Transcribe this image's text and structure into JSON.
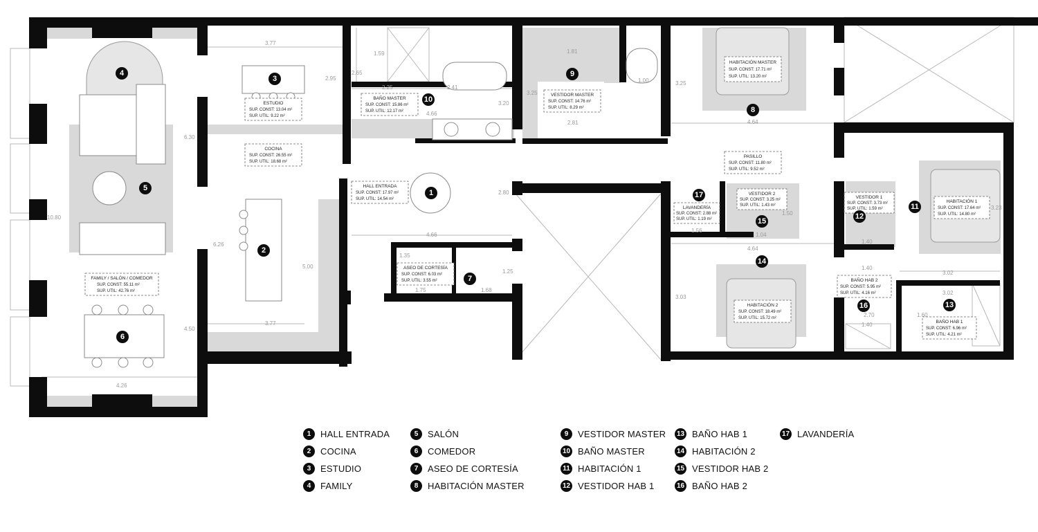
{
  "rooms": [
    {
      "id": 1,
      "label": "HALL ENTRADA",
      "name": "HALL ENTRADA",
      "const": "SUP. CONST:   17.97 m²",
      "util": "SUP. UTIL:    14.54 m²"
    },
    {
      "id": 2,
      "label": "COCINA",
      "name": "COCINA",
      "const": "SUP. CONST:   26.55 m²",
      "util": "SUP. UTIL:    18.68 m²"
    },
    {
      "id": 3,
      "label": "ESTUDIO",
      "name": "ESTUDIO",
      "const": "SUP. CONST:   13.04 m²",
      "util": "SUP. UTIL:     9.22 m²"
    },
    {
      "id": 4,
      "label": "FAMILY"
    },
    {
      "id": 5,
      "label": "SALÓN",
      "name": "FAMILY / SALÓN / COMEDOR",
      "const": "SUP. CONST:   55.11 m²",
      "util": "SUP. UTIL:    42.76 m²"
    },
    {
      "id": 6,
      "label": "COMEDOR"
    },
    {
      "id": 7,
      "label": "ASEO DE CORTESÍA",
      "name": "ASEO DE CORTESÍA",
      "const": "SUP. CONST:    6.03 m²",
      "util": "SUP. UTIL:     3.55 m²"
    },
    {
      "id": 8,
      "label": "HABITACIÓN MASTER",
      "name": "HABITACIÓN MASTER",
      "const": "SUP. CONST:   17.71 m²",
      "util": "SUP. UTIL:    13.20 m²"
    },
    {
      "id": 9,
      "label": "VESTIDOR MASTER",
      "name": "VESTIDOR MASTER",
      "const": "SUP. CONST:   14.76 m²",
      "util": "SUP. UTIL:     8.29 m²"
    },
    {
      "id": 10,
      "label": "BAÑO MASTER",
      "name": "BAÑO MASTER",
      "const": "SUP. CONST:   15.86 m²",
      "util": "SUP. UTIL:    12.17 m²"
    },
    {
      "id": 11,
      "label": "HABITACIÓN 1",
      "name": "HABITACIÓN 1",
      "const": "SUP. CONST:   17.64 m²",
      "util": "SUP. UTIL:    14.80 m²"
    },
    {
      "id": 12,
      "label": "VESTIDOR HAB 1",
      "name": "VESTIDOR 1",
      "const": "SUP. CONST: 3.73 m²",
      "util": "SUP. UTIL:   1.59 m²"
    },
    {
      "id": 13,
      "label": "BAÑO HAB 1",
      "name": "BAÑO HAB 1",
      "const": "SUP. CONST:    6.96 m²",
      "util": "SUP. UTIL:     4.21 m²"
    },
    {
      "id": 14,
      "label": "HABITACIÓN 2",
      "name": "HABITACIÓN 2",
      "const": "SUP. CONST:   18.49 m²",
      "util": "SUP. UTIL:    15.72 m²"
    },
    {
      "id": 15,
      "label": "VESTIDOR HAB 2",
      "name": "VESTIDOR 2",
      "const": "SUP. CONST: 3.25 m²",
      "util": "SUP. UTIL:    1.43 m²"
    },
    {
      "id": 16,
      "label": "BAÑO HAB 2",
      "name": "BAÑO HAB 2",
      "const": "SUP. CONST:    5.95 m²",
      "util": "SUP. UTIL:     4.16 m²"
    },
    {
      "id": 17,
      "label": "LAVANDERÍA",
      "name": "LAVANDERÍA",
      "const": "SUP. CONST: 2.88 m²",
      "util": "SUP. UTIL:    1.19 m²"
    }
  ],
  "pasillo": {
    "name": "PASILLO",
    "const": "SUP. CONST:   11.80 m²",
    "util": "SUP. UTIL:     9.52 m²"
  },
  "dimensions": [
    "3.77",
    "2.95",
    "6.30",
    "10.80",
    "6.26",
    "5.00",
    "4.50",
    "3.77",
    "4.26",
    "1.59",
    "2.65",
    "2.25",
    "2.41",
    "4.66",
    "3.20",
    "1.81",
    "3.25",
    "1.00",
    "2.81",
    "3.25",
    "4.64",
    "2.80",
    "4.66",
    "1.35",
    "1.75",
    "1.68",
    "1.25",
    "1.56",
    "1.50",
    "1.04",
    "4.64",
    "3.03",
    "1.40",
    "3.23",
    "3.02",
    "3.02",
    "1.60",
    "2.70",
    "1.40",
    "1.40"
  ],
  "colors": {
    "wall": "#0d0d0d",
    "floor_grey": "#d9d9d9",
    "badge": "#0d0d0d"
  }
}
